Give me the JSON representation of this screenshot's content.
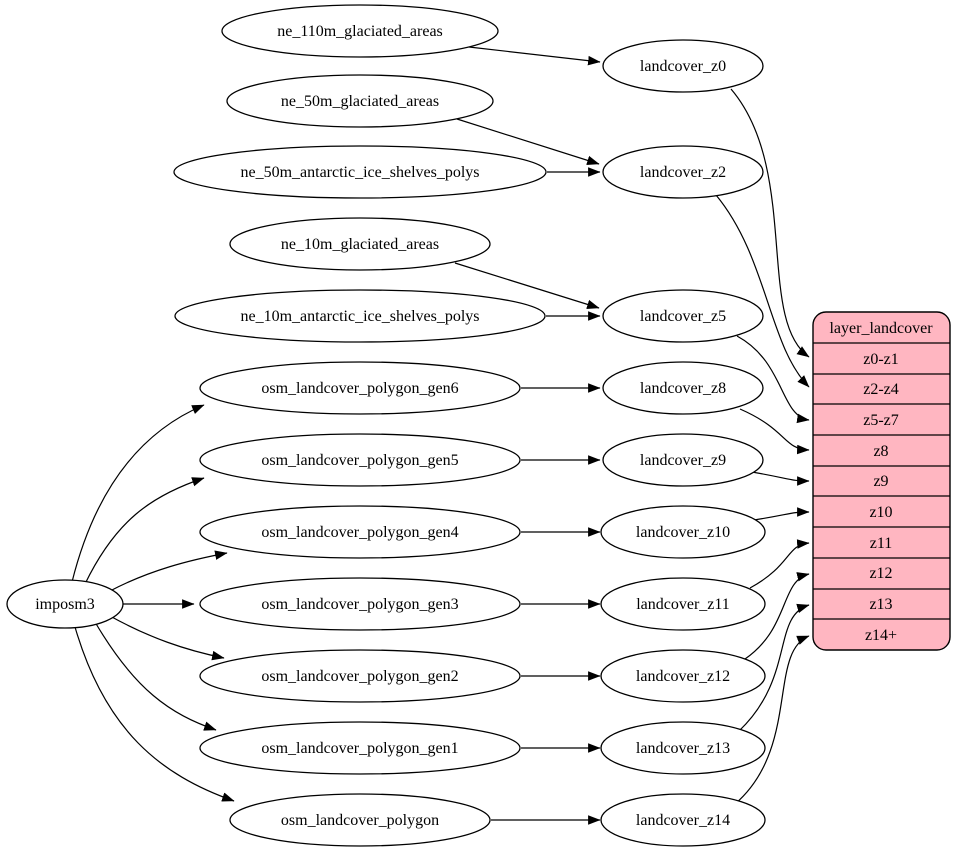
{
  "diagram": {
    "type": "graphviz-digraph",
    "background": "#ffffff",
    "stroke": "#000000",
    "node_fill": "#ffffff",
    "record_fill": "#ffb6c1",
    "nodes": {
      "importer": "imposm3",
      "sources": [
        "ne_110m_glaciated_areas",
        "ne_50m_glaciated_areas",
        "ne_50m_antarctic_ice_shelves_polys",
        "ne_10m_glaciated_areas",
        "ne_10m_antarctic_ice_shelves_polys",
        "osm_landcover_polygon_gen6",
        "osm_landcover_polygon_gen5",
        "osm_landcover_polygon_gen4",
        "osm_landcover_polygon_gen3",
        "osm_landcover_polygon_gen2",
        "osm_landcover_polygon_gen1",
        "osm_landcover_polygon"
      ],
      "intermediates": [
        "landcover_z0",
        "landcover_z2",
        "landcover_z5",
        "landcover_z8",
        "landcover_z9",
        "landcover_z10",
        "landcover_z11",
        "landcover_z12",
        "landcover_z13",
        "landcover_z14"
      ]
    },
    "record": {
      "title": "layer_landcover",
      "rows": [
        "z0-z1",
        "z2-z4",
        "z5-z7",
        "z8",
        "z9",
        "z10",
        "z11",
        "z12",
        "z13",
        "z14+"
      ]
    },
    "edges": [
      {
        "from": "ne_110m_glaciated_areas",
        "to": "landcover_z0"
      },
      {
        "from": "ne_50m_glaciated_areas",
        "to": "landcover_z2"
      },
      {
        "from": "ne_50m_antarctic_ice_shelves_polys",
        "to": "landcover_z2"
      },
      {
        "from": "ne_10m_glaciated_areas",
        "to": "landcover_z5"
      },
      {
        "from": "ne_10m_antarctic_ice_shelves_polys",
        "to": "landcover_z5"
      },
      {
        "from": "osm_landcover_polygon_gen6",
        "to": "landcover_z8"
      },
      {
        "from": "osm_landcover_polygon_gen5",
        "to": "landcover_z9"
      },
      {
        "from": "osm_landcover_polygon_gen4",
        "to": "landcover_z10"
      },
      {
        "from": "osm_landcover_polygon_gen3",
        "to": "landcover_z11"
      },
      {
        "from": "osm_landcover_polygon_gen2",
        "to": "landcover_z12"
      },
      {
        "from": "osm_landcover_polygon_gen1",
        "to": "landcover_z13"
      },
      {
        "from": "osm_landcover_polygon",
        "to": "landcover_z14"
      },
      {
        "from": "imposm3",
        "to": "osm_landcover_polygon_gen6"
      },
      {
        "from": "imposm3",
        "to": "osm_landcover_polygon_gen5"
      },
      {
        "from": "imposm3",
        "to": "osm_landcover_polygon_gen4"
      },
      {
        "from": "imposm3",
        "to": "osm_landcover_polygon_gen3"
      },
      {
        "from": "imposm3",
        "to": "osm_landcover_polygon_gen2"
      },
      {
        "from": "imposm3",
        "to": "osm_landcover_polygon_gen1"
      },
      {
        "from": "imposm3",
        "to": "osm_landcover_polygon"
      },
      {
        "from": "landcover_z0",
        "to": "layer_landcover.z0-z1"
      },
      {
        "from": "landcover_z2",
        "to": "layer_landcover.z2-z4"
      },
      {
        "from": "landcover_z5",
        "to": "layer_landcover.z5-z7"
      },
      {
        "from": "landcover_z8",
        "to": "layer_landcover.z8"
      },
      {
        "from": "landcover_z9",
        "to": "layer_landcover.z9"
      },
      {
        "from": "landcover_z10",
        "to": "layer_landcover.z10"
      },
      {
        "from": "landcover_z11",
        "to": "layer_landcover.z11"
      },
      {
        "from": "landcover_z12",
        "to": "layer_landcover.z12"
      },
      {
        "from": "landcover_z13",
        "to": "layer_landcover.z13"
      },
      {
        "from": "landcover_z14",
        "to": "layer_landcover.z14+"
      }
    ]
  }
}
